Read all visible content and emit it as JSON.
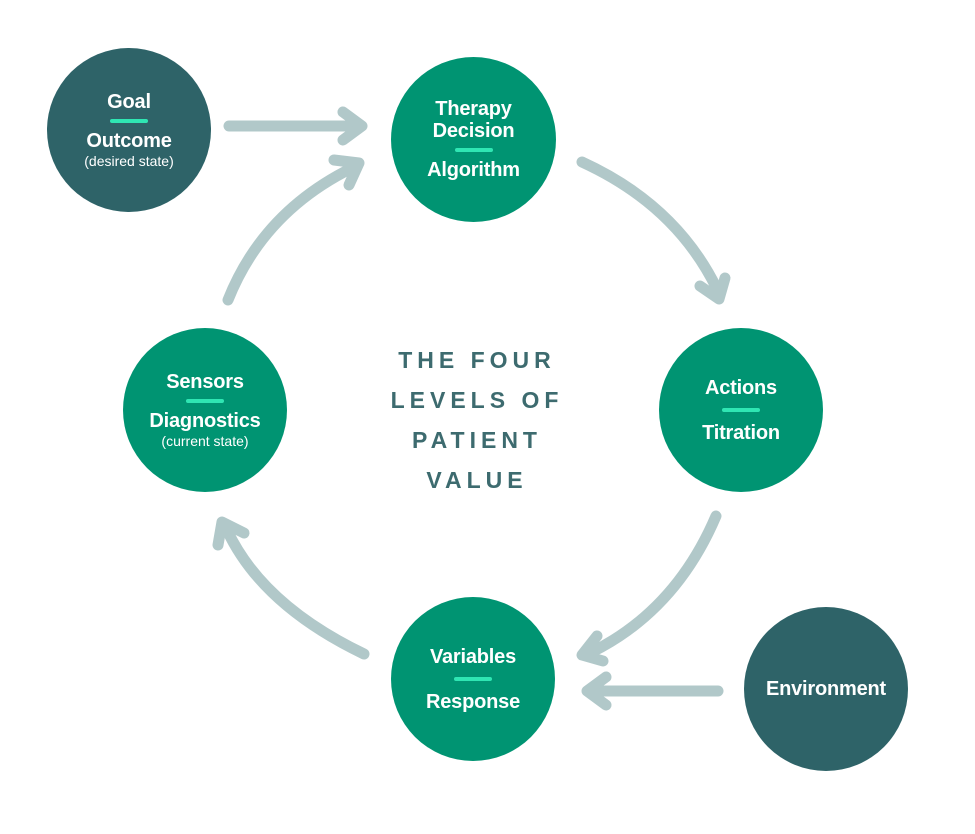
{
  "colors": {
    "teal": "#009472",
    "dark_teal": "#2e6368",
    "accent_bar": "#2fe6b3",
    "arrow": "#b1c8c9",
    "title": "#3d6b6f"
  },
  "title_lines": [
    "THE FOUR",
    "LEVELS OF",
    "PATIENT",
    "VALUE"
  ],
  "nodes": {
    "goal": {
      "top": "Goal",
      "bottom": "Outcome",
      "note": "(desired state)"
    },
    "therapy": {
      "top_line1": "Therapy",
      "top_line2": "Decision",
      "bottom": "Algorithm"
    },
    "actions": {
      "top": "Actions",
      "bottom": "Titration"
    },
    "variables": {
      "top": "Variables",
      "bottom": "Response"
    },
    "sensors": {
      "top": "Sensors",
      "bottom": "Diagnostics",
      "note": "(current state)"
    },
    "environment": {
      "label": "Environment"
    }
  }
}
